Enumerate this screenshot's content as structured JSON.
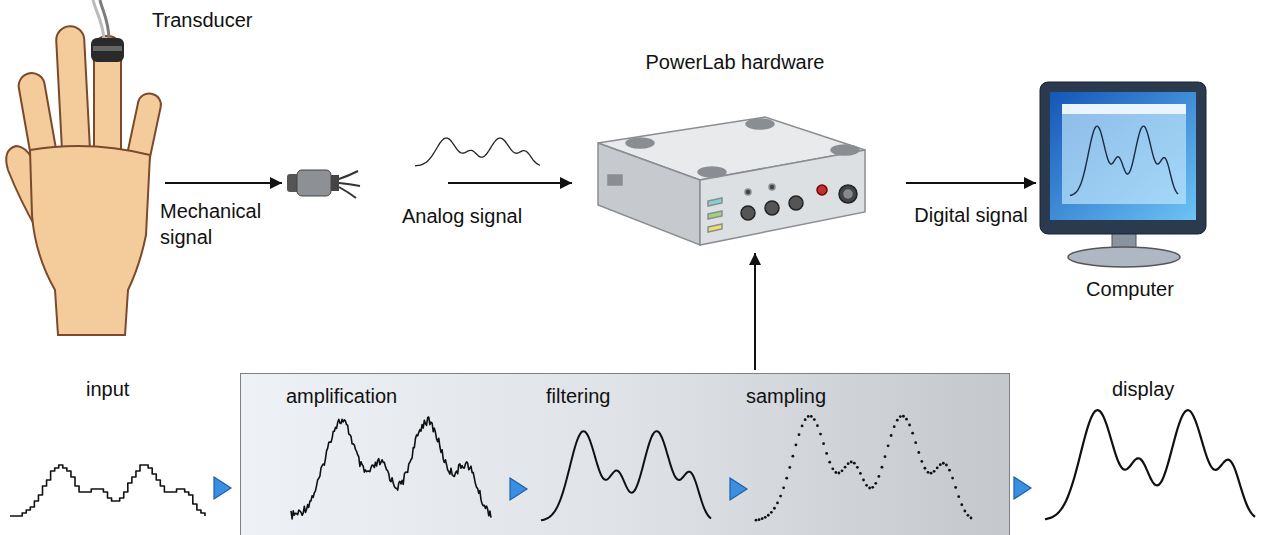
{
  "diagram": {
    "nodes": [
      {
        "text": [
          "Transducer"
        ]
      },
      {
        "text": [
          "PowerLab hardware"
        ]
      },
      {
        "text": [
          "Computer"
        ]
      },
      {
        "text": [
          "amplification",
          "filtering",
          "sampling"
        ]
      }
    ],
    "edges": [
      {
        "from": 1,
        "to": 2,
        "arrow": "to",
        "label": "Digital signal"
      },
      {
        "from": 3,
        "to": 1,
        "arrow": "to"
      }
    ],
    "labels": [
      "Mechanical signal",
      "Analog signal",
      "input",
      "display"
    ]
  }
}
